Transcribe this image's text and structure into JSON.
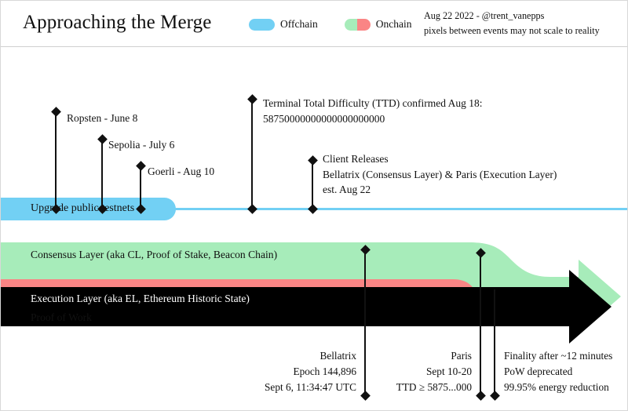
{
  "header": {
    "title": "Approaching the Merge",
    "legend": [
      {
        "label": "Offchain",
        "style": "solid-blue",
        "color": "#72D0F4",
        "icon": "pill-swatch-icon"
      },
      {
        "label": "Onchain",
        "style": "split",
        "color_left": "#A7ECBA",
        "color_right": "#FA8585",
        "icon": "pill-swatch-split-icon"
      }
    ],
    "meta_line1": "Aug 22 2022 - @trent_vanepps",
    "meta_line2": "pixels between events may not scale to reality"
  },
  "offchain": {
    "track_color": "#72D0F4",
    "pill_label": "Upgrade public testnets",
    "events": [
      {
        "id": "ropsten",
        "label": "Ropsten - June 8"
      },
      {
        "id": "sepolia",
        "label": "Sepolia - July 6"
      },
      {
        "id": "goerli",
        "label": "Goerli - Aug 10"
      },
      {
        "id": "ttd",
        "line1": "Terminal Total Difficulty (TTD) confirmed Aug 18:",
        "line2": "58750000000000000000000"
      },
      {
        "id": "clients",
        "line1": "Client Releases",
        "line2": "Bellatrix (Consensus Layer) & Paris (Execution Layer)",
        "line3": "est. Aug 22"
      }
    ]
  },
  "onchain": {
    "consensus_label": "Consensus Layer (aka CL, Proof of Stake, Beacon Chain)",
    "execution_label": "Execution Layer (aka EL, Ethereum Historic State)",
    "pow_label": "Proof of Work",
    "consensus_color": "#A7ECBA",
    "execution_color": "#000000",
    "pow_color": "#FA8585",
    "events": [
      {
        "id": "bellatrix",
        "line1": "Bellatrix",
        "line2": "Epoch 144,896",
        "line3": "Sept 6, 11:34:47 UTC"
      },
      {
        "id": "paris",
        "line1": "Paris",
        "line2": "Sept 10-20",
        "line3": "TTD ≥ 5875...000"
      },
      {
        "id": "finality",
        "line1": "Finality after ~12 minutes",
        "line2": "PoW deprecated",
        "line3": "99.95% energy reduction"
      }
    ]
  }
}
